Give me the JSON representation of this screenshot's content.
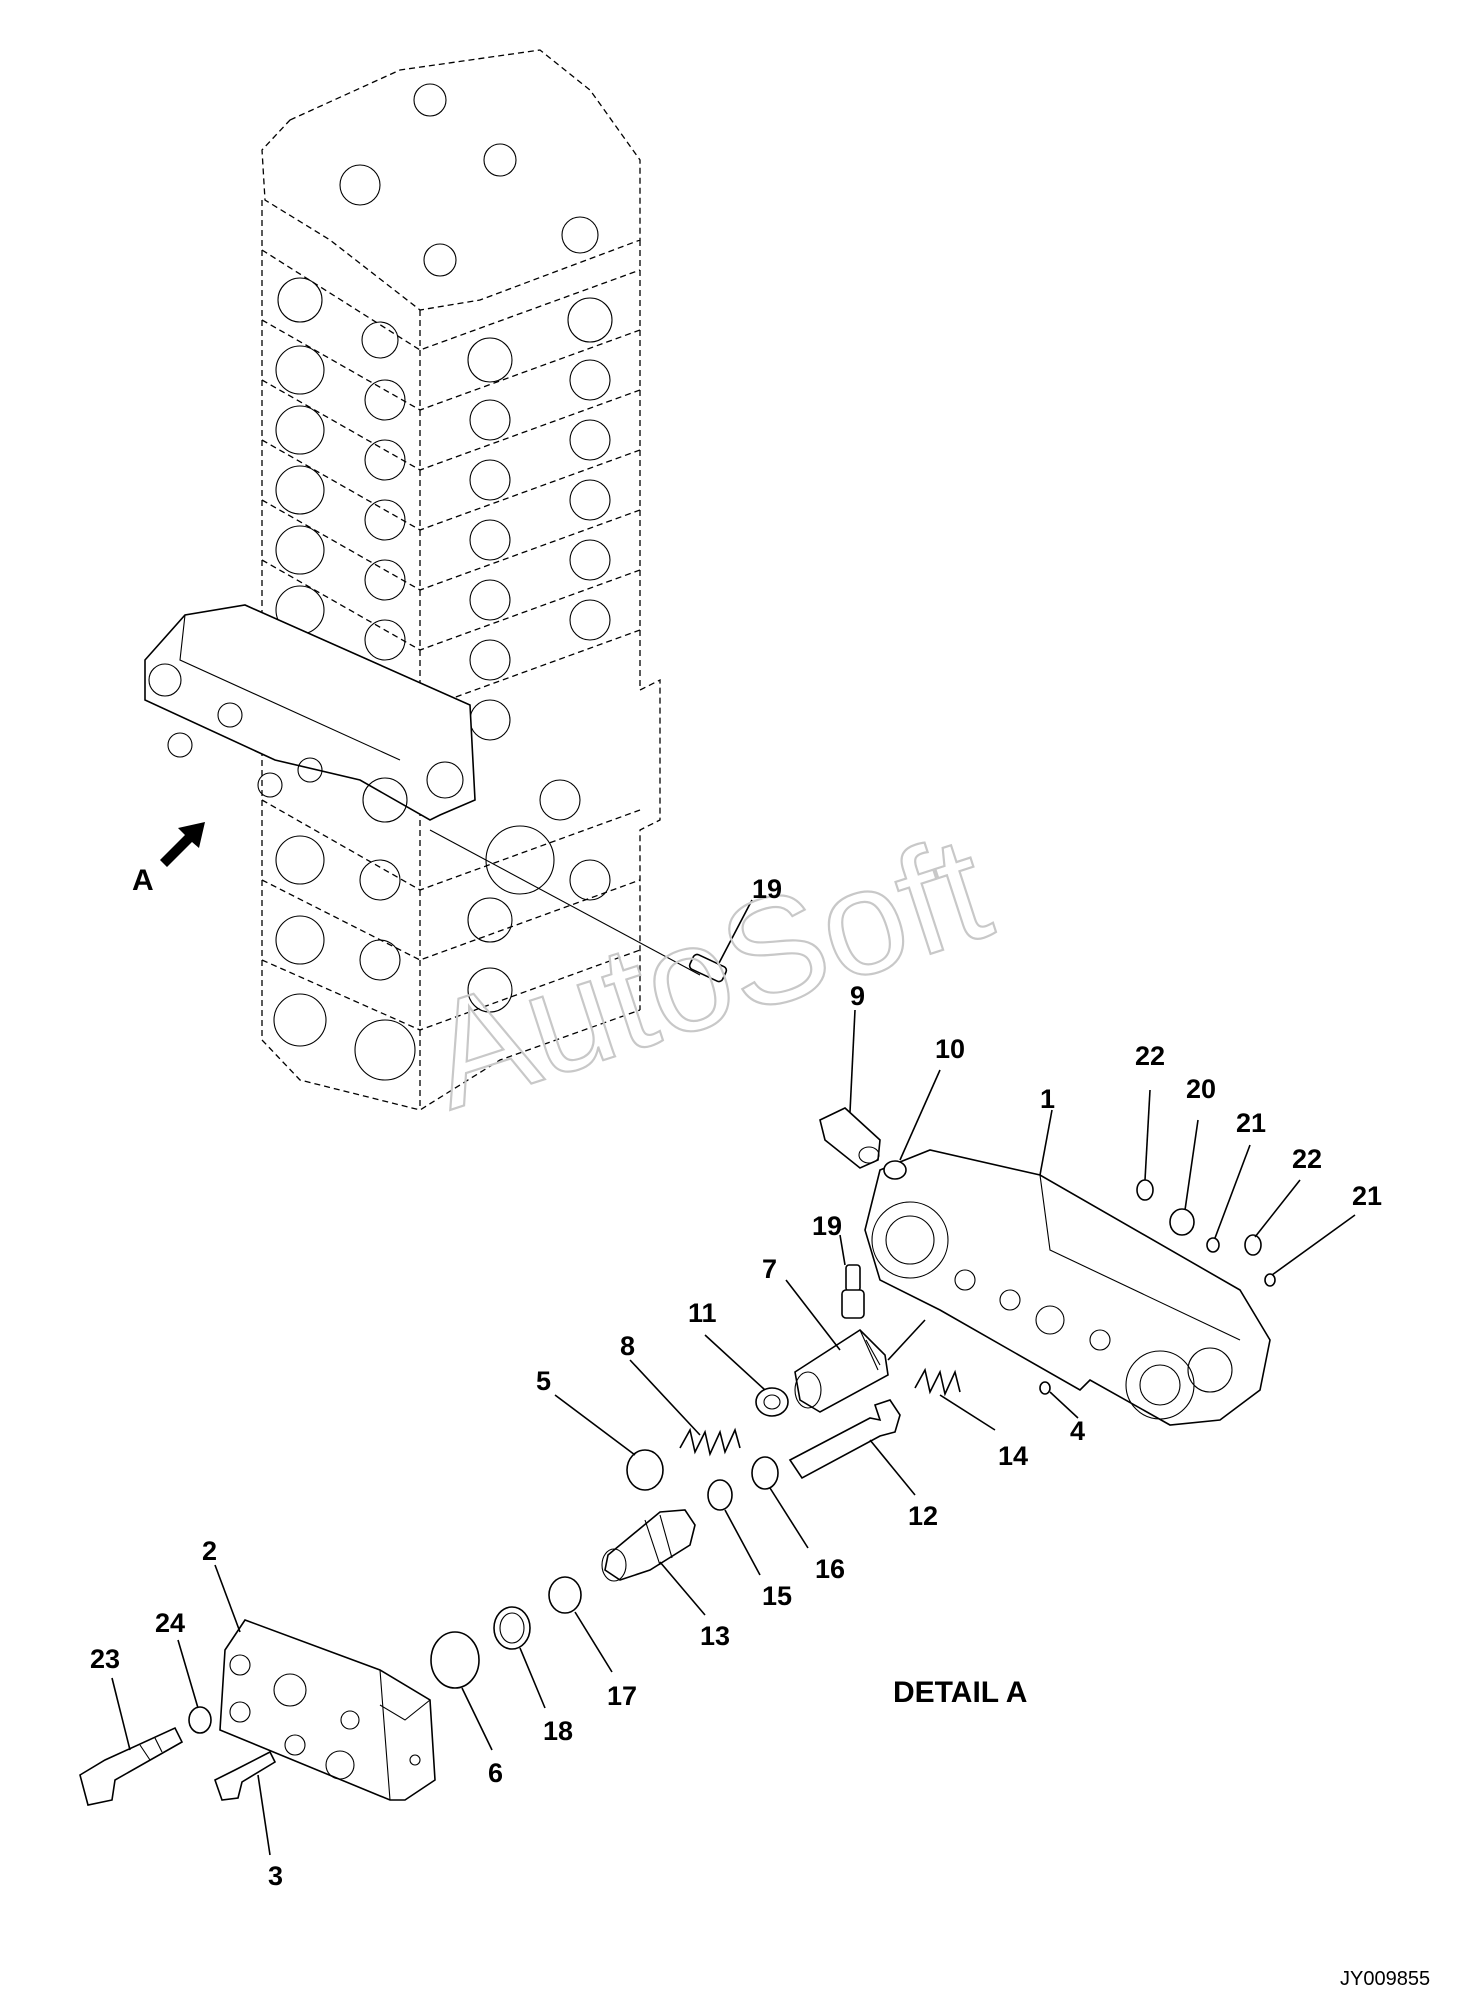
{
  "drawing": {
    "view_label": "A",
    "detail_label": "DETAIL A",
    "drawing_id": "JY009855",
    "watermark": "AutoSoft"
  },
  "callouts": [
    "1",
    "2",
    "3",
    "4",
    "5",
    "6",
    "7",
    "8",
    "9",
    "10",
    "11",
    "12",
    "13",
    "14",
    "15",
    "16",
    "17",
    "18",
    "19",
    "19",
    "20",
    "21",
    "21",
    "22",
    "22",
    "23",
    "24"
  ]
}
